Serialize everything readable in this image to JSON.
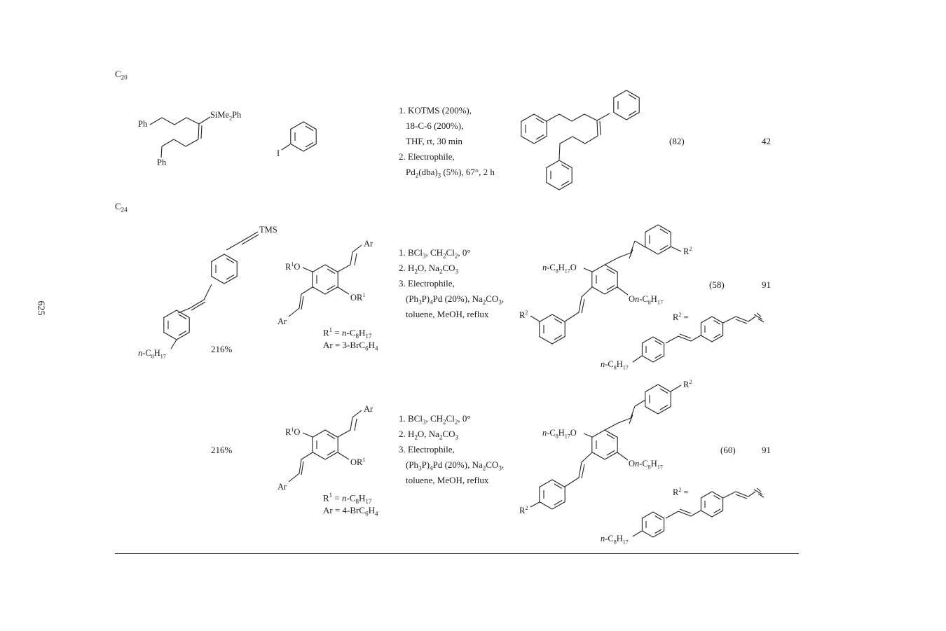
{
  "page_number": "625",
  "sections": [
    {
      "carbon_label": "C20",
      "rows": [
        {
          "substrate_labels": [
            "Ph",
            "SiMe2Ph",
            "Ph"
          ],
          "electrophile_label": "I",
          "conditions": [
            "1. KOTMS (200%),",
            "18-C-6 (200%),",
            "THF, rt, 30 min",
            "2. Electrophile,",
            "Pd2(dba)3 (5%), 67°, 2 h"
          ],
          "yield": "(82)",
          "ref": "42"
        }
      ]
    },
    {
      "carbon_label": "C24",
      "rows": [
        {
          "substrate_labels": [
            "TMS",
            "n-C8H17"
          ],
          "amount": "216%",
          "electrophile_labels": [
            "Ar",
            "R1O",
            "OR1",
            "Ar"
          ],
          "electrophile_def": [
            "R1 = n-C8H17",
            "Ar = 3-BrC6H4"
          ],
          "conditions": [
            "1. BCl3, CH2Cl2, 0°",
            "2. H2O, Na2CO3",
            "3. Electrophile,",
            "(Ph3P)4Pd (20%), Na2CO3,",
            "toluene, MeOH, reflux"
          ],
          "product_labels": [
            "n-C8H17O",
            "R2",
            "On-C8H17",
            "R2"
          ],
          "r2_def": [
            "R2 =",
            "n-C8H17"
          ],
          "yield": "(58)",
          "ref": "91"
        },
        {
          "amount": "216%",
          "electrophile_labels": [
            "Ar",
            "R1O",
            "OR1",
            "Ar"
          ],
          "electrophile_def": [
            "R1 = n-C8H17",
            "Ar = 4-BrC6H4"
          ],
          "conditions": [
            "1. BCl3, CH2Cl2, 0°",
            "2. H2O, Na2CO3",
            "3. Electrophile,",
            "(Ph3P)4Pd (20%), Na2CO3,",
            "toluene, MeOH, reflux"
          ],
          "product_labels": [
            "n-C8H17O",
            "R2",
            "On-C8H17",
            "R2"
          ],
          "r2_def": [
            "R2 =",
            "n-C8H17"
          ],
          "yield": "(60)",
          "ref": "91"
        }
      ]
    }
  ]
}
